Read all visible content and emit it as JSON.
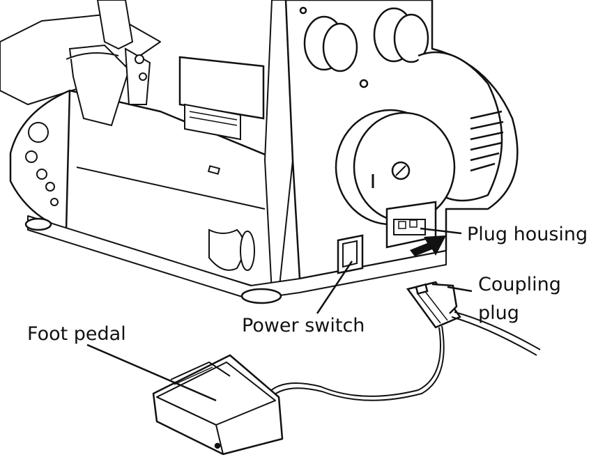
{
  "labels": {
    "plug_housing": "Plug housing",
    "coupling_plug_line1": "Coupling",
    "coupling_plug_line2": "plug",
    "power_switch": "Power switch",
    "foot_pedal": "Foot pedal"
  },
  "colors": {
    "line": "#111111",
    "fill": "#ffffff",
    "background": "#ffffff"
  }
}
